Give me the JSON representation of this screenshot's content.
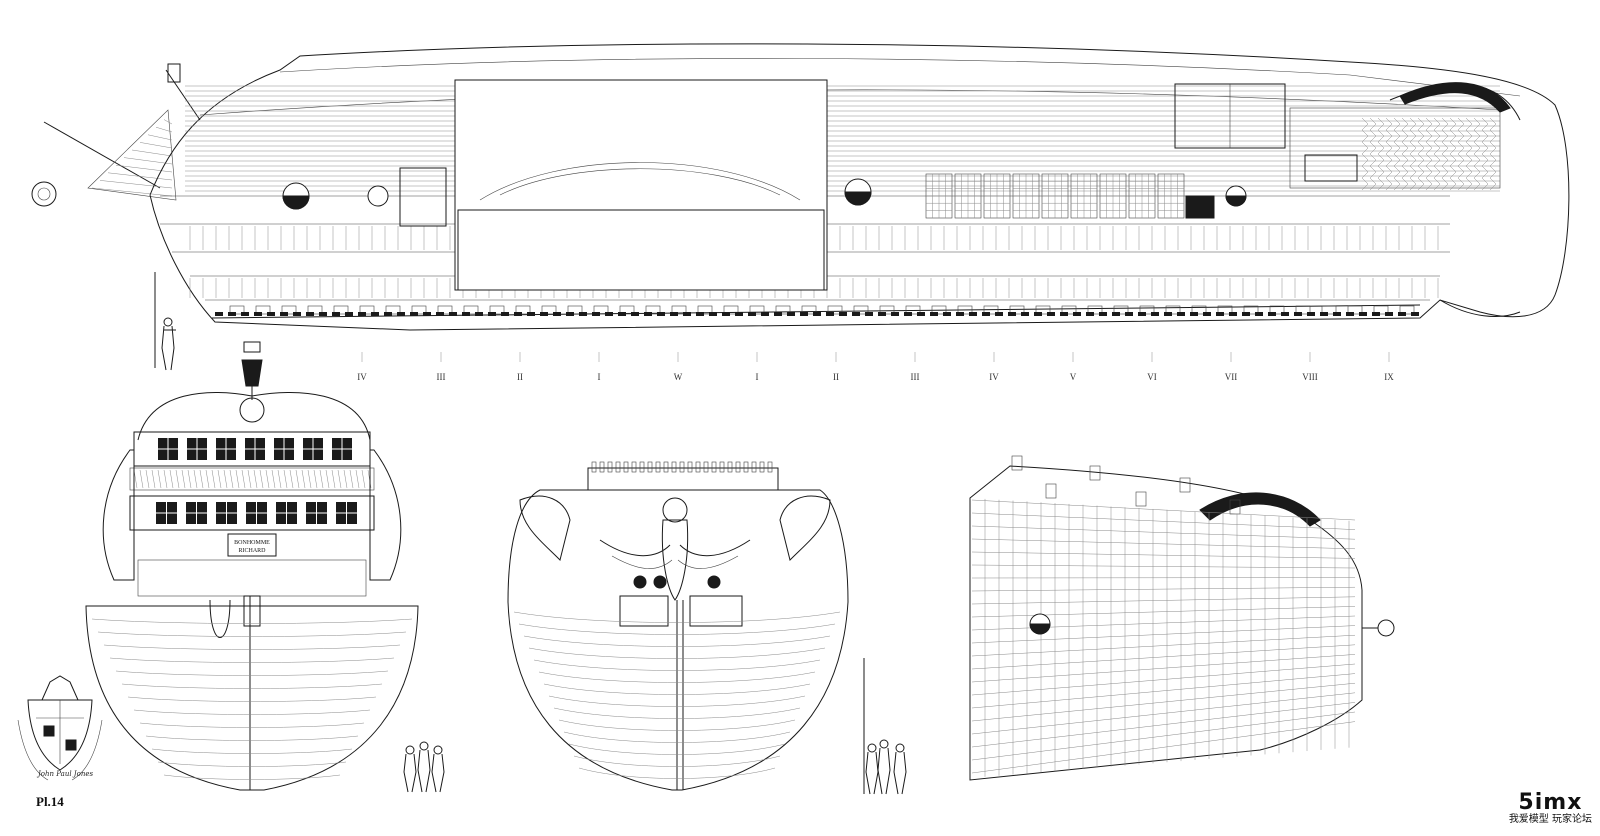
{
  "plate": {
    "number_label": "Pl.14",
    "stern_nameboard": [
      "BONHOMME",
      "RICHARD"
    ],
    "signature": "John Paul Jones",
    "station_marks": [
      "IV",
      "III",
      "II",
      "I",
      "W",
      "I",
      "II",
      "III",
      "IV",
      "V",
      "VI",
      "VII",
      "VIII",
      "IX"
    ]
  },
  "watermark": {
    "logo": "5imx",
    "tagline": "我爱模型 玩家论坛"
  },
  "views": [
    {
      "name": "deck-plan",
      "kind": "plan"
    },
    {
      "name": "stern-elevation",
      "kind": "elevation"
    },
    {
      "name": "bow-elevation",
      "kind": "elevation"
    },
    {
      "name": "perspective-section",
      "kind": "perspective"
    }
  ]
}
